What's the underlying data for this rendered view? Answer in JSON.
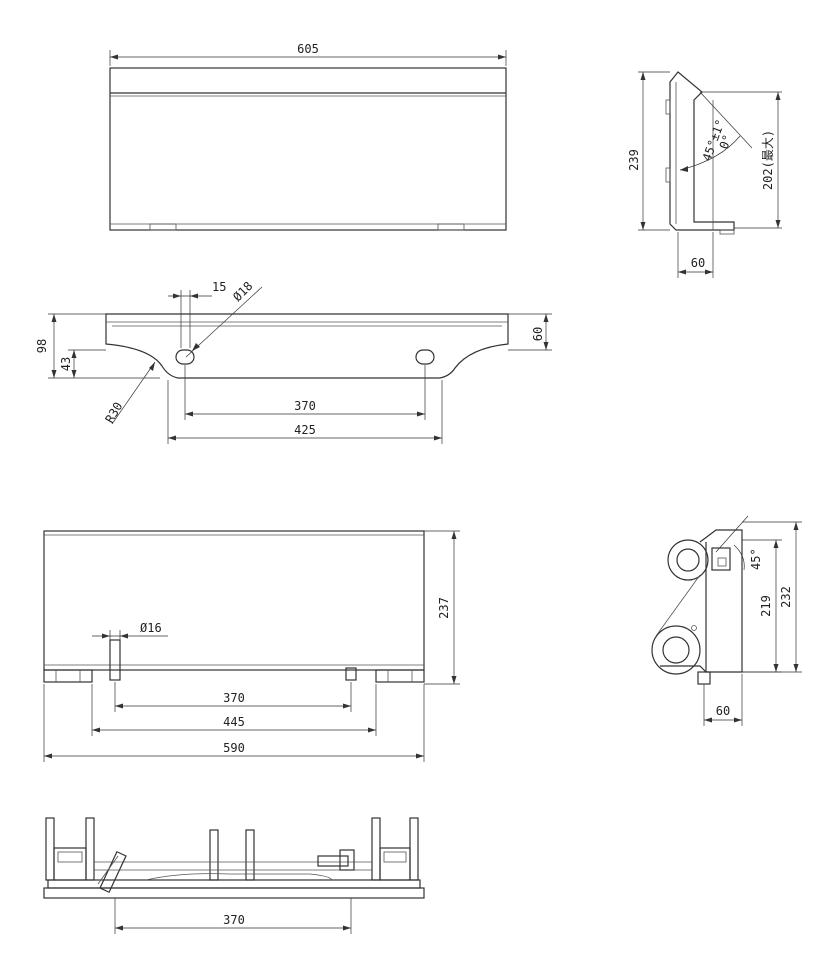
{
  "views": {
    "top_front": {
      "width_label": "605"
    },
    "top_side": {
      "height_label": "239",
      "angle_label": "45°±1°",
      "angle_tol": "0°",
      "inner_height_label": "202(最大)",
      "flange_label": "60"
    },
    "middle": {
      "slot_width_label": "15",
      "hole_dia_label": "Ø18",
      "total_height_label": "98",
      "lower_height_label": "43",
      "right_height_label": "60",
      "radius_label": "R30",
      "slot_spacing_label": "370",
      "overall_label": "425"
    },
    "lower_front": {
      "height_label": "237",
      "pin_dia_label": "Ø16",
      "pin_spacing_label": "370",
      "hook_spacing_label": "445",
      "width_label": "590"
    },
    "lower_side": {
      "angle_label": "45°",
      "height_a_label": "219",
      "height_b_label": "232",
      "flange_label": "60"
    },
    "bottom": {
      "pin_spacing_label": "370"
    }
  }
}
